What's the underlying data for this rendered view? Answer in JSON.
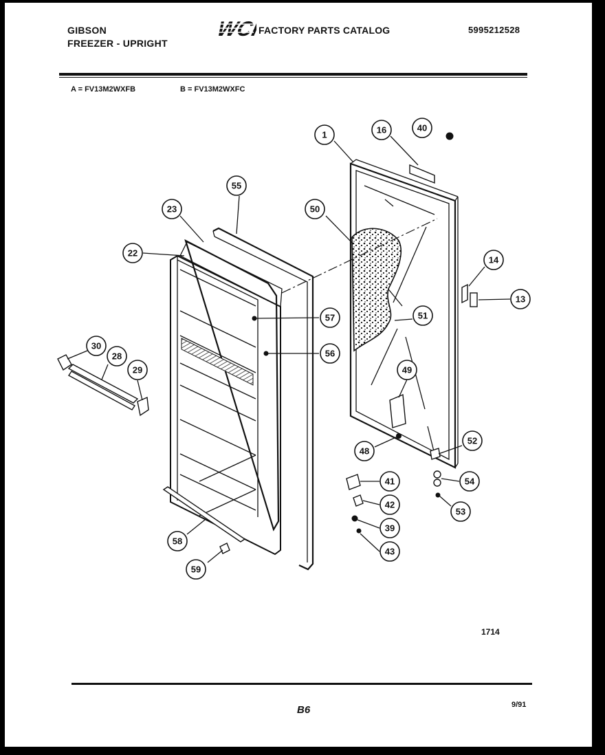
{
  "header": {
    "brand": "GIBSON",
    "product": "FREEZER - UPRIGHT",
    "logo_text": "WCI",
    "catalog_title": "FACTORY PARTS CATALOG",
    "catalog_number": "5995212528"
  },
  "models": {
    "a": "A = FV13M2WXFB",
    "b": "B = FV13M2WXFC"
  },
  "callouts": [
    {
      "id": "c1",
      "label": "1"
    },
    {
      "id": "c16",
      "label": "16"
    },
    {
      "id": "c40",
      "label": "40"
    },
    {
      "id": "c55",
      "label": "55"
    },
    {
      "id": "c23",
      "label": "23"
    },
    {
      "id": "c50",
      "label": "50"
    },
    {
      "id": "c22",
      "label": "22"
    },
    {
      "id": "c14",
      "label": "14"
    },
    {
      "id": "c13",
      "label": "13"
    },
    {
      "id": "c57",
      "label": "57"
    },
    {
      "id": "c51",
      "label": "51"
    },
    {
      "id": "c30",
      "label": "30"
    },
    {
      "id": "c28",
      "label": "28"
    },
    {
      "id": "c56",
      "label": "56"
    },
    {
      "id": "c29",
      "label": "29"
    },
    {
      "id": "c49",
      "label": "49"
    },
    {
      "id": "c52",
      "label": "52"
    },
    {
      "id": "c48",
      "label": "48"
    },
    {
      "id": "c41",
      "label": "41"
    },
    {
      "id": "c54",
      "label": "54"
    },
    {
      "id": "c42",
      "label": "42"
    },
    {
      "id": "c53",
      "label": "53"
    },
    {
      "id": "c39",
      "label": "39"
    },
    {
      "id": "c58",
      "label": "58"
    },
    {
      "id": "c43",
      "label": "43"
    },
    {
      "id": "c59",
      "label": "59"
    }
  ],
  "footer": {
    "drawing_number": "1714",
    "page": "B6",
    "date": "9/91"
  }
}
